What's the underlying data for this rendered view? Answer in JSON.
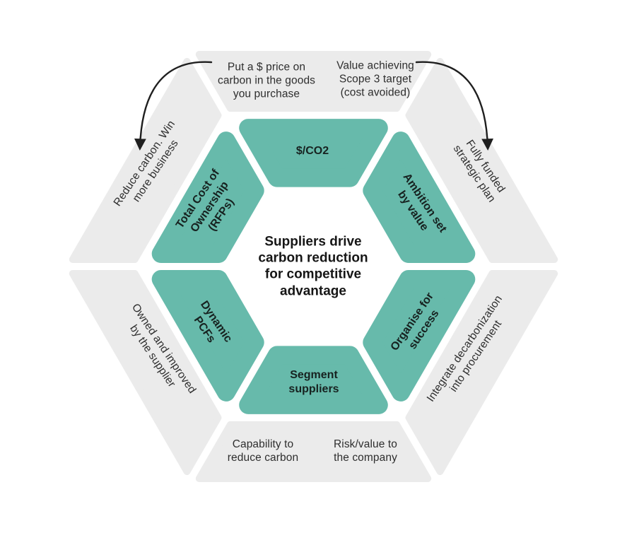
{
  "diagram": {
    "center_title": "Suppliers drive\ncarbon reduction\nfor competitive\nadvantage",
    "inner_segments": {
      "top": "$/CO2",
      "upper_right": "Ambition set\nby value",
      "lower_right": "Organise for\nsuccess",
      "bottom": "Segment\nsuppliers",
      "lower_left": "Dynamic\nPCFs",
      "upper_left": "Total Cost of\nOwnership\n(RFPs)"
    },
    "outer_segments": {
      "top_left_text": "Put a $ price on\ncarbon in the goods\nyou purchase",
      "top_right_text": "Value achieving\nScope 3 target\n(cost avoided)",
      "upper_right": "Fully funded\nstrategic plan",
      "lower_right": "Integrate decarbonization\ninto procurement",
      "bottom_right_text": "Risk/value to\nthe company",
      "bottom_left_text": "Capability to\nreduce carbon",
      "lower_left": "Owned and improved\nby the supplier",
      "upper_left": "Reduce carbon. Win\nmore business"
    },
    "colors": {
      "teal": "#67baab",
      "gray": "#ebebeb",
      "arrow": "#1f1f1f",
      "background": "#ffffff"
    }
  }
}
